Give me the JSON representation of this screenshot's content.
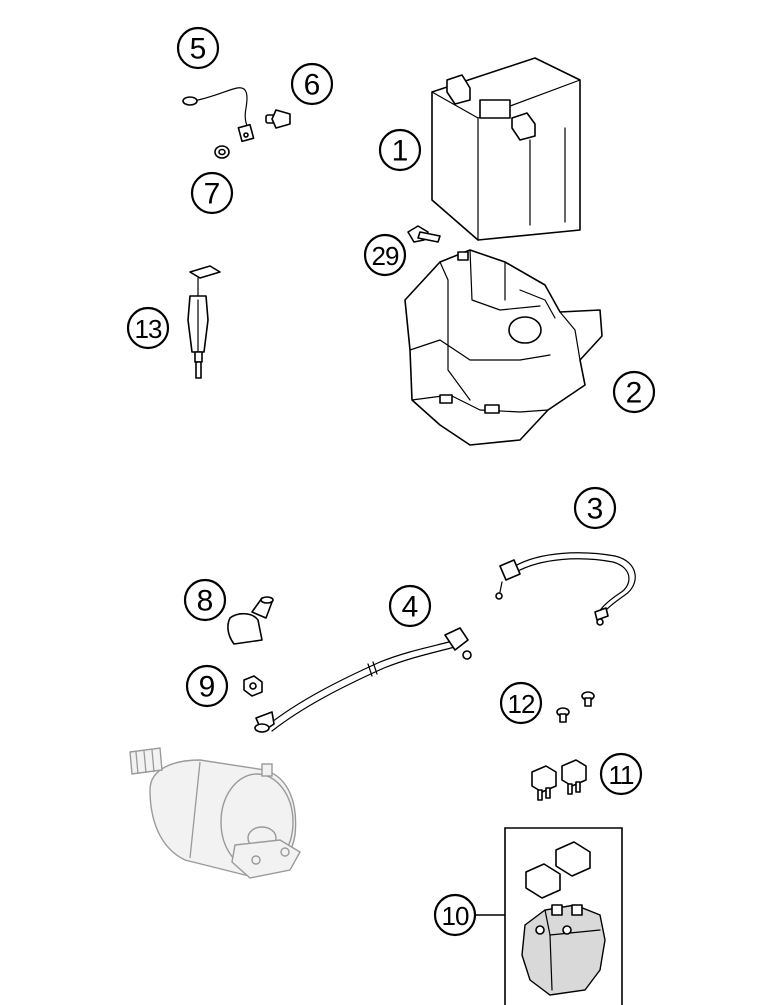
{
  "callouts": {
    "c1": "1",
    "c2": "2",
    "c3": "3",
    "c4": "4",
    "c5": "5",
    "c6": "6",
    "c7": "7",
    "c8": "8",
    "c9": "9",
    "c10": "10",
    "c11": "11",
    "c12": "12",
    "c13": "13",
    "c29": "29"
  }
}
